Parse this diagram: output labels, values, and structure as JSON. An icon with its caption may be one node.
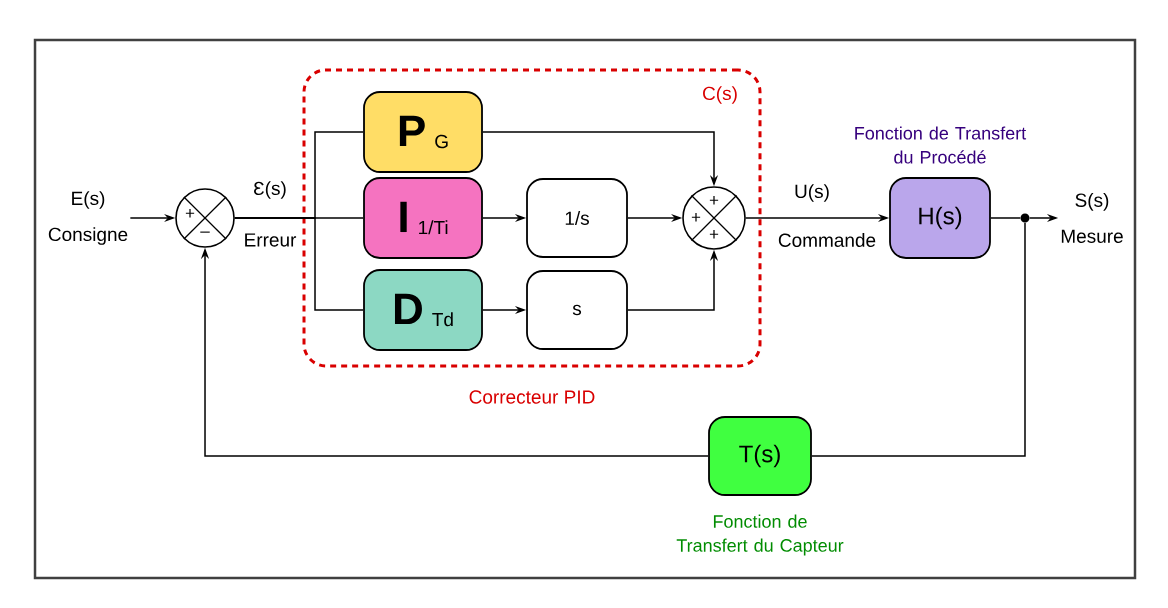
{
  "diagram": {
    "nodes": [
      {
        "text": [
          "C(s)",
          "Correcteur PID"
        ]
      },
      {
        "text": [
          "+",
          "–"
        ]
      },
      {
        "text": [
          "P",
          "G"
        ],
        "in": 0
      },
      {
        "text": [
          "I",
          "1/Ti"
        ],
        "in": 0
      },
      {
        "text": [
          "D",
          "Td"
        ],
        "in": 0
      },
      {
        "text": [
          "1/s"
        ],
        "in": 0
      },
      {
        "text": [
          "s"
        ],
        "in": 0
      },
      {
        "text": [
          "+",
          "+",
          "+"
        ],
        "in": 0
      },
      {
        "text": [
          "H(s)"
        ],
        "beside": [
          "Fonction de Transfert du Procédé"
        ]
      },
      {
        "text": [],
        "shape": "circle"
      },
      {
        "text": [
          "T(s)"
        ],
        "beside": [
          "Fonction de Transfert du Capteur"
        ]
      },
      {
        "text": [
          "E(s)",
          "Consigne"
        ]
      },
      {
        "text": [
          "S(s)",
          "Mesure"
        ]
      }
    ],
    "edges": [
      {
        "from": 11,
        "to": 1,
        "arrow": "to"
      },
      {
        "from": 1,
        "to": 2,
        "arrow": "none"
      },
      {
        "from": 1,
        "to": 3,
        "arrow": "none",
        "label": "Ɛ(s)"
      },
      {
        "from": 1,
        "to": 4,
        "arrow": "none"
      },
      {
        "from": 3,
        "to": 5,
        "arrow": "to"
      },
      {
        "from": 4,
        "to": 6,
        "arrow": "to"
      },
      {
        "from": 2,
        "to": 7,
        "arrow": "to"
      },
      {
        "from": 5,
        "to": 7,
        "arrow": "to"
      },
      {
        "from": 6,
        "to": 7,
        "arrow": "to"
      },
      {
        "from": 7,
        "to": 8,
        "arrow": "to",
        "label": "U(s)"
      },
      {
        "from": 8,
        "to": 9,
        "arrow": "none"
      },
      {
        "from": 9,
        "to": 12,
        "arrow": "to"
      },
      {
        "from": 9,
        "to": 10,
        "arrow": "none"
      },
      {
        "from": 10,
        "to": 1,
        "arrow": "to"
      }
    ],
    "labels": [
      "Erreur",
      "Commande"
    ]
  }
}
